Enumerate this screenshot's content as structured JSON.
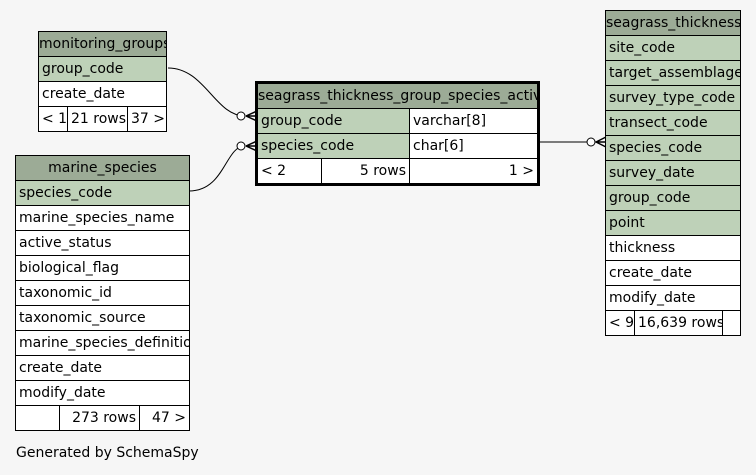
{
  "tables": {
    "monitoring_groups": {
      "title": "monitoring_groups",
      "columns": [
        "group_code",
        "create_date"
      ],
      "footer": {
        "parents": "< 1",
        "rows": "21 rows",
        "children": "37 >"
      }
    },
    "marine_species": {
      "title": "marine_species",
      "columns": [
        "species_code",
        "marine_species_name",
        "active_status",
        "biological_flag",
        "taxonomic_id",
        "taxonomic_source",
        "marine_species_definition",
        "create_date",
        "modify_date"
      ],
      "footer": {
        "parents": "",
        "rows": "273 rows",
        "children": "47 >"
      }
    },
    "seagrass_thickness_group_species_active": {
      "title": "seagrass_thickness_group_species_active",
      "columns": [
        {
          "name": "group_code",
          "type": "varchar[8]"
        },
        {
          "name": "species_code",
          "type": "char[6]"
        }
      ],
      "footer": {
        "parents": "< 2",
        "rows": "5 rows",
        "children": "1 >"
      }
    },
    "seagrass_thickness": {
      "title": "seagrass_thickness",
      "columns": [
        "site_code",
        "target_assemblage",
        "survey_type_code",
        "transect_code",
        "species_code",
        "survey_date",
        "group_code",
        "point",
        "thickness",
        "create_date",
        "modify_date"
      ],
      "footer": {
        "parents": "< 9",
        "rows": "16,639 rows",
        "children": ""
      }
    }
  },
  "footer_text": "Generated by SchemaSpy"
}
